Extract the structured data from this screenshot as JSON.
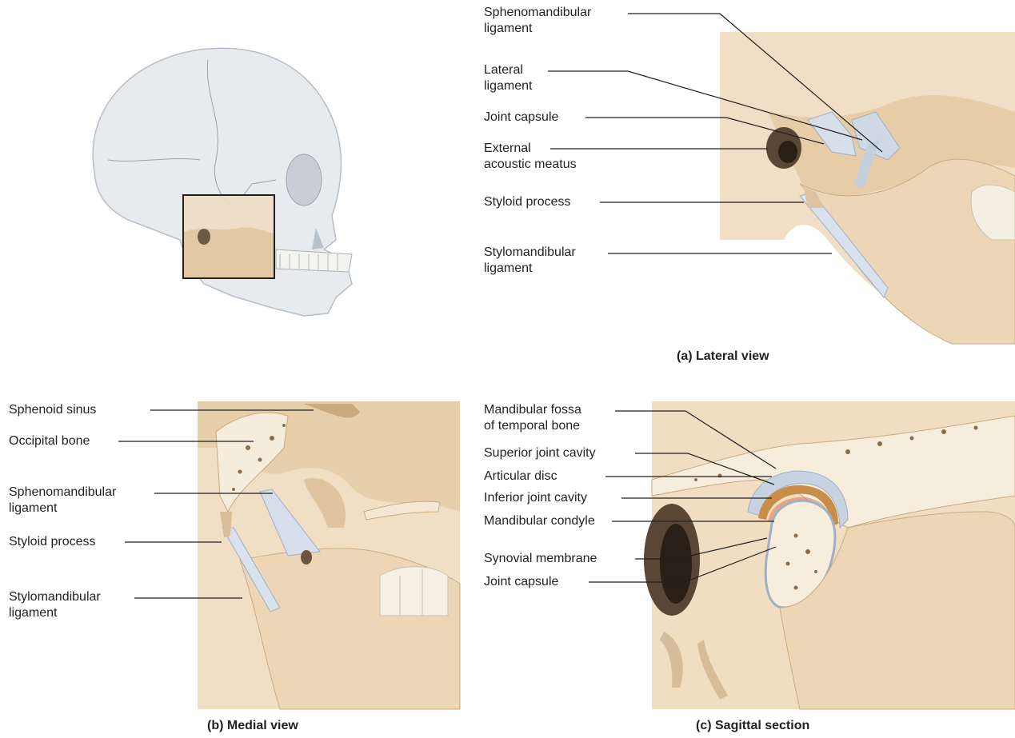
{
  "panel_a": {
    "caption": "(a) Lateral view",
    "labels": {
      "sphenomandibular_1": "Sphenomandibular",
      "sphenomandibular_2": "ligament",
      "lateral_1": "Lateral",
      "lateral_2": "ligament",
      "joint_capsule": "Joint capsule",
      "external_1": "External",
      "external_2": "acoustic meatus",
      "styloid": "Styloid process",
      "stylomandibular_1": "Stylomandibular",
      "stylomandibular_2": "ligament"
    }
  },
  "panel_b": {
    "caption": "(b) Medial view",
    "labels": {
      "sphenoid_sinus": "Sphenoid sinus",
      "occipital_bone": "Occipital bone",
      "sphenomandibular_1": "Sphenomandibular",
      "sphenomandibular_2": "ligament",
      "styloid": "Styloid process",
      "stylomandibular_1": "Stylomandibular",
      "stylomandibular_2": "ligament"
    }
  },
  "panel_c": {
    "caption": "(c) Sagittal section",
    "labels": {
      "mandibular_fossa_1": "Mandibular fossa",
      "mandibular_fossa_2": "of temporal bone",
      "superior_cavity": "Superior joint cavity",
      "articular_disc": "Articular disc",
      "inferior_cavity": "Inferior joint cavity",
      "condyle": "Mandibular condyle",
      "synovial": "Synovial membrane",
      "joint_capsule": "Joint capsule"
    }
  },
  "colors": {
    "bone": "#eed9bd",
    "bone_shade": "#d9bf9c",
    "ligament": "#c8d3e2",
    "skull": "#e7eaec",
    "disc": "#c98d47",
    "synovial": "#e07f5b",
    "leader": "#231f20"
  }
}
